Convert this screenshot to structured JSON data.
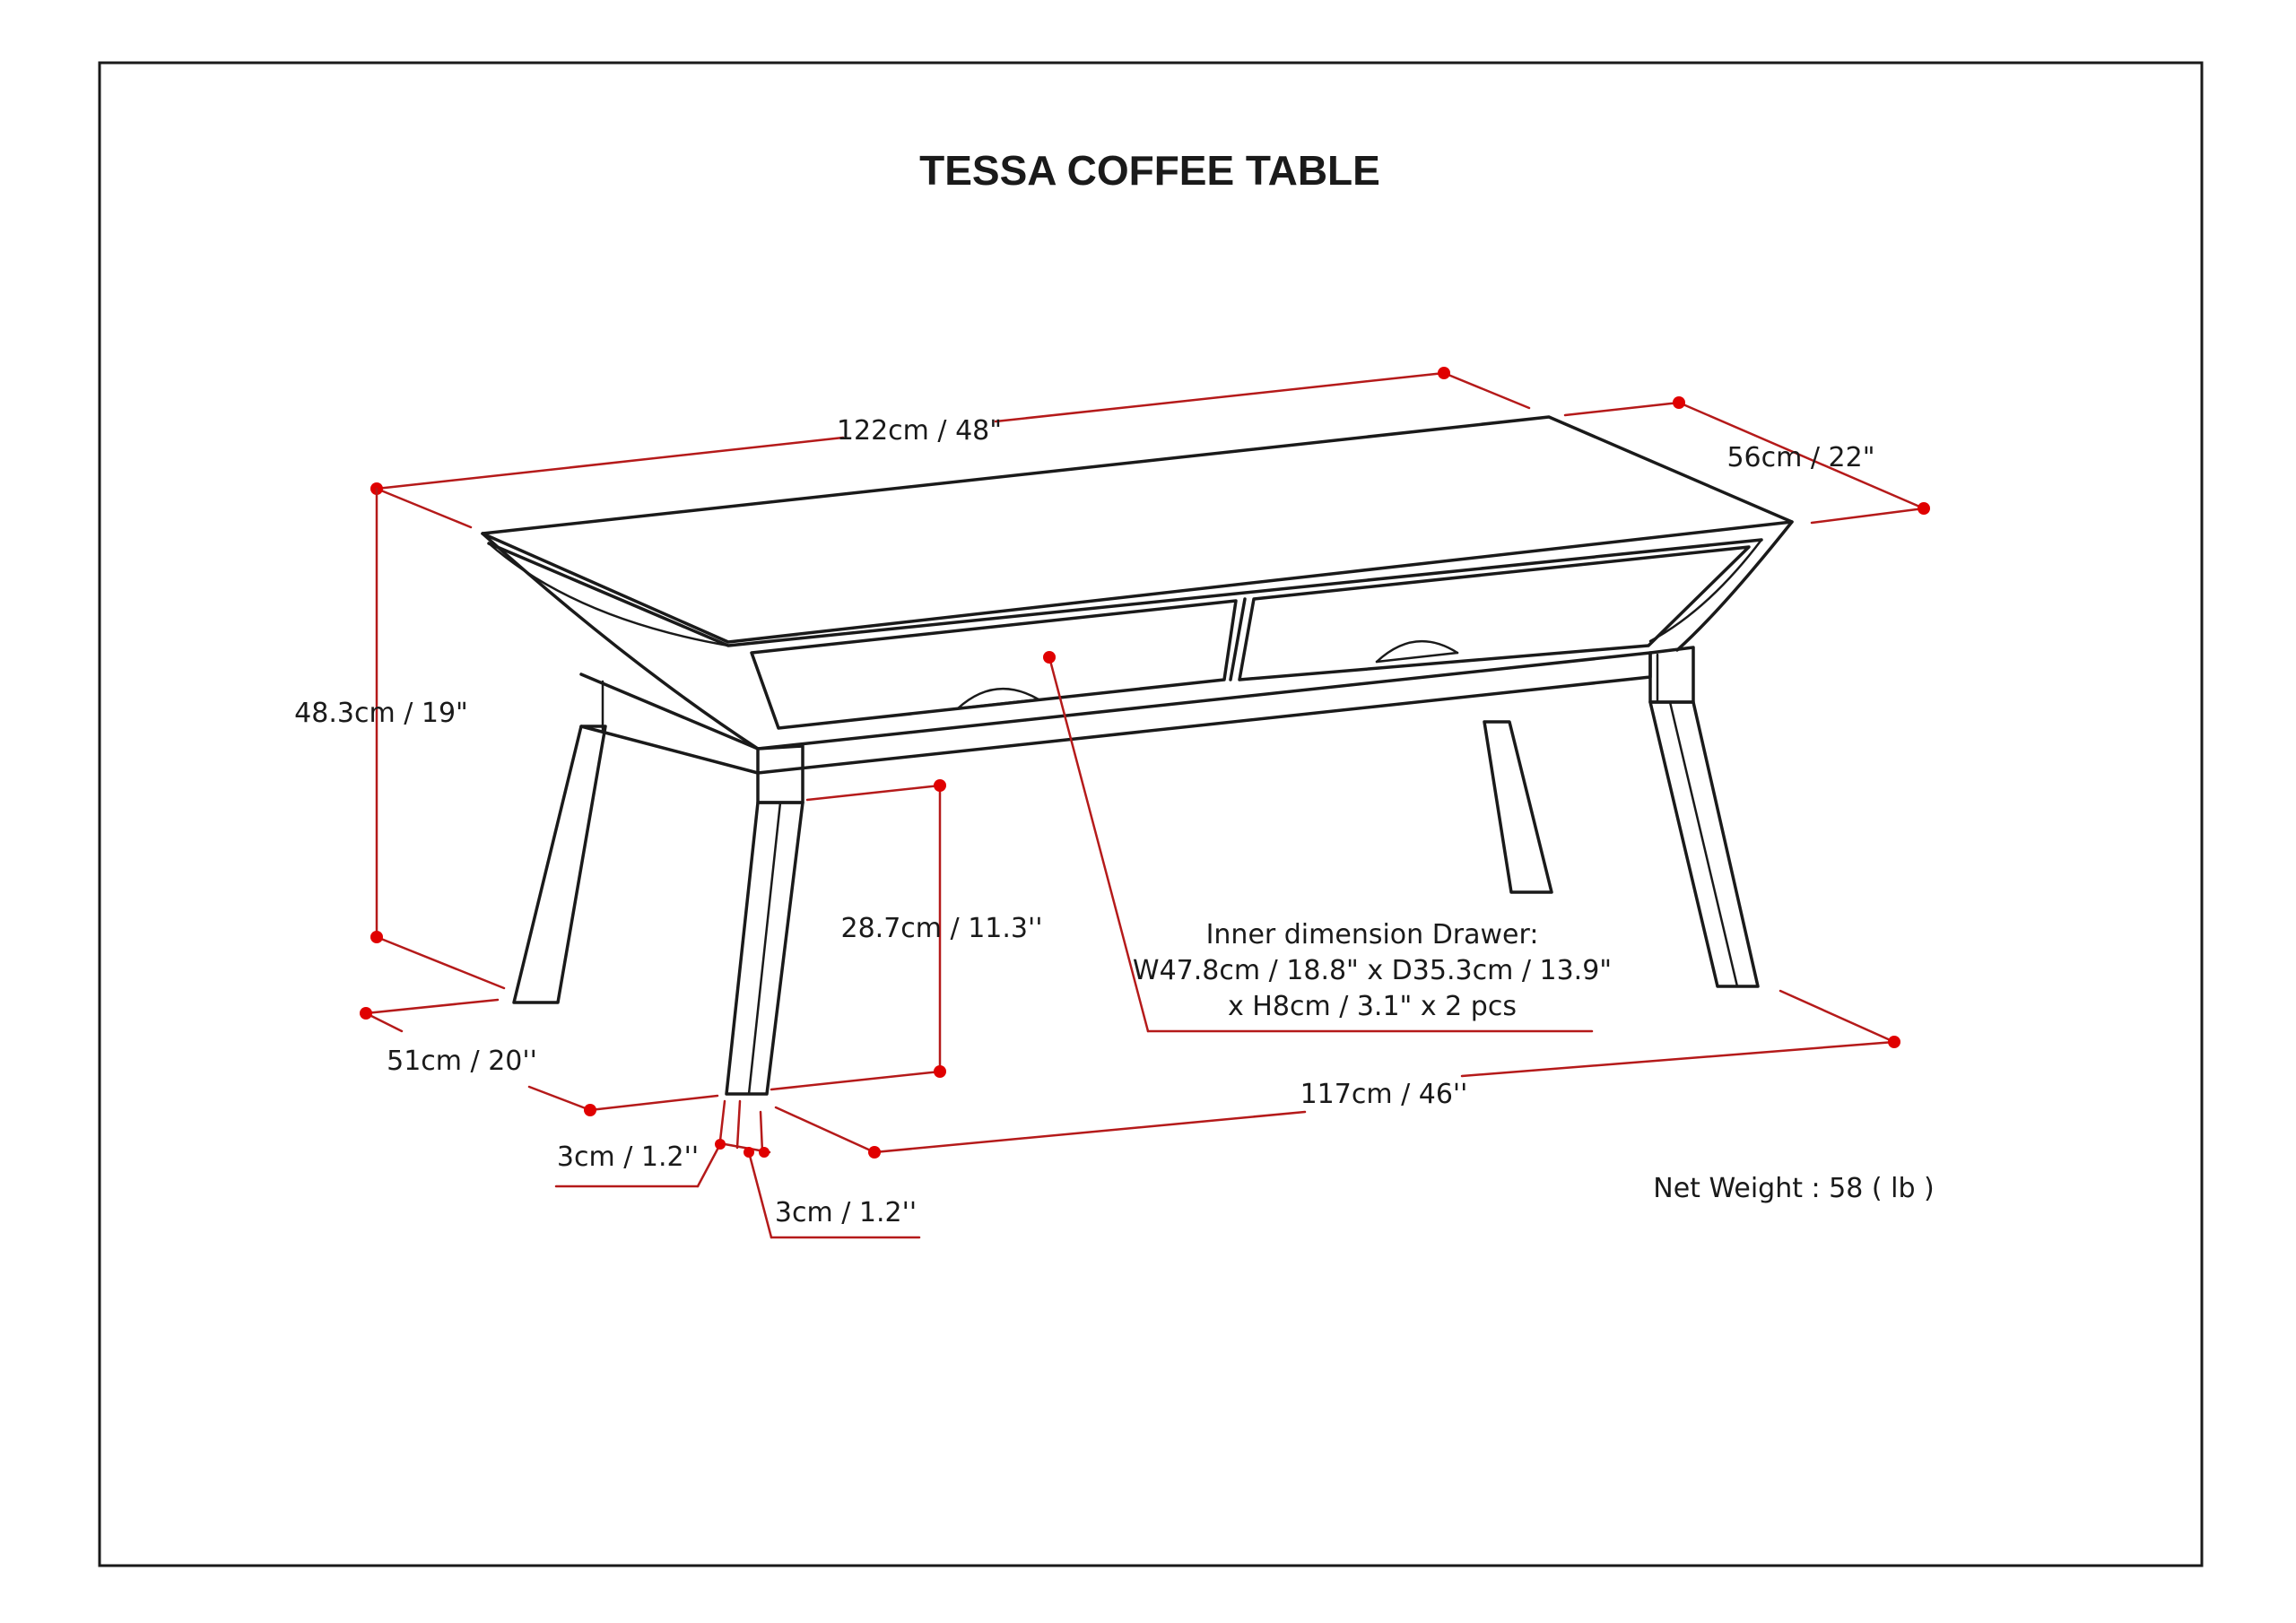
{
  "title": "TESSA COFFEE TABLE",
  "dimensions": {
    "width_top": "122cm / 48\"",
    "depth_top": "56cm / 22\"",
    "height": "48.3cm / 19\"",
    "leg_clearance": "28.7cm / 11.3''",
    "depth_base": "51cm / 20''",
    "width_base": "117cm / 46''",
    "leg_thickness_a": "3cm / 1.2''",
    "leg_thickness_b": "3cm / 1.2''"
  },
  "drawer_note": {
    "line1": "Inner dimension Drawer:",
    "line2": "W47.8cm / 18.8\" x D35.3cm / 13.9\"",
    "line3": "x H8cm / 3.1\" x 2 pcs"
  },
  "net_weight": "Net Weight : 58 ( lb )",
  "colors": {
    "dimension_line": "#b51a1a",
    "dimension_dot": "#e00000",
    "outline": "#1a1a1a"
  }
}
